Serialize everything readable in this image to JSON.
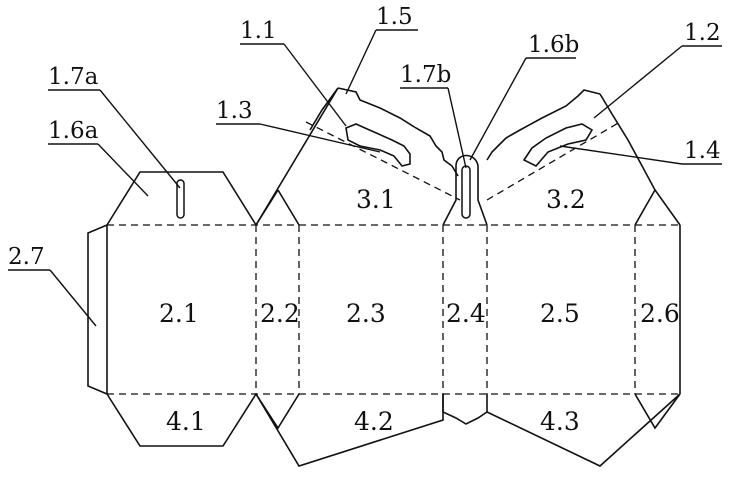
{
  "panels": {
    "p21": "2.1",
    "p22": "2.2",
    "p23": "2.3",
    "p24": "2.4",
    "p25": "2.5",
    "p26": "2.6",
    "p27": "2.7",
    "p31": "3.1",
    "p32": "3.2",
    "p41": "4.1",
    "p42": "4.2",
    "p43": "4.3"
  },
  "callouts": {
    "c11": "1.1",
    "c12": "1.2",
    "c13": "1.3",
    "c14": "1.4",
    "c15": "1.5",
    "c16a": "1.6a",
    "c16b": "1.6b",
    "c17a": "1.7a",
    "c17b": "1.7b"
  }
}
